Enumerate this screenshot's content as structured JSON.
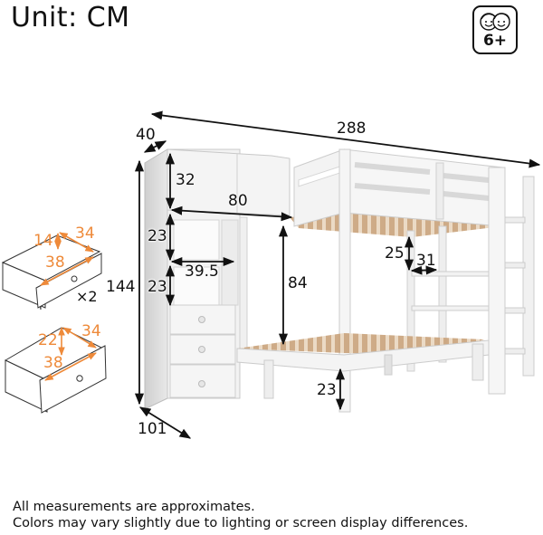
{
  "header": {
    "title": "Unit: CM",
    "age_badge": {
      "icon": "two-kids-faces-icon",
      "label": "6+"
    }
  },
  "diagram": {
    "subject": "White L-shaped loft bunk bed with storage cabinet, shelves, drawers and ladder",
    "accent_color": "#ee8a3a",
    "dimension_color": "#111111",
    "dimensions": {
      "overall_length": "288",
      "cabinet_depth": "40",
      "overall_height": "144",
      "lower_width": "101",
      "top_cabinet_height": "32",
      "top_cabinet_width": "80",
      "shelf_1_height": "23",
      "shelf_2_height": "23",
      "shelf_width": "39.5",
      "lower_bed_clearance": "84",
      "lower_bed_leg_height": "23",
      "side_shelf_height": "25",
      "side_shelf_depth": "31"
    },
    "drawers": [
      {
        "name": "small-drawer",
        "height": "14",
        "depth": "34",
        "width": "38",
        "quantity": "×2"
      },
      {
        "name": "large-drawer",
        "height": "22",
        "depth": "34",
        "width": "38",
        "quantity": ""
      }
    ]
  },
  "footer": {
    "notes": [
      "All measurements are approximates.",
      "Colors may vary slightly due to lighting or screen display differences."
    ]
  }
}
